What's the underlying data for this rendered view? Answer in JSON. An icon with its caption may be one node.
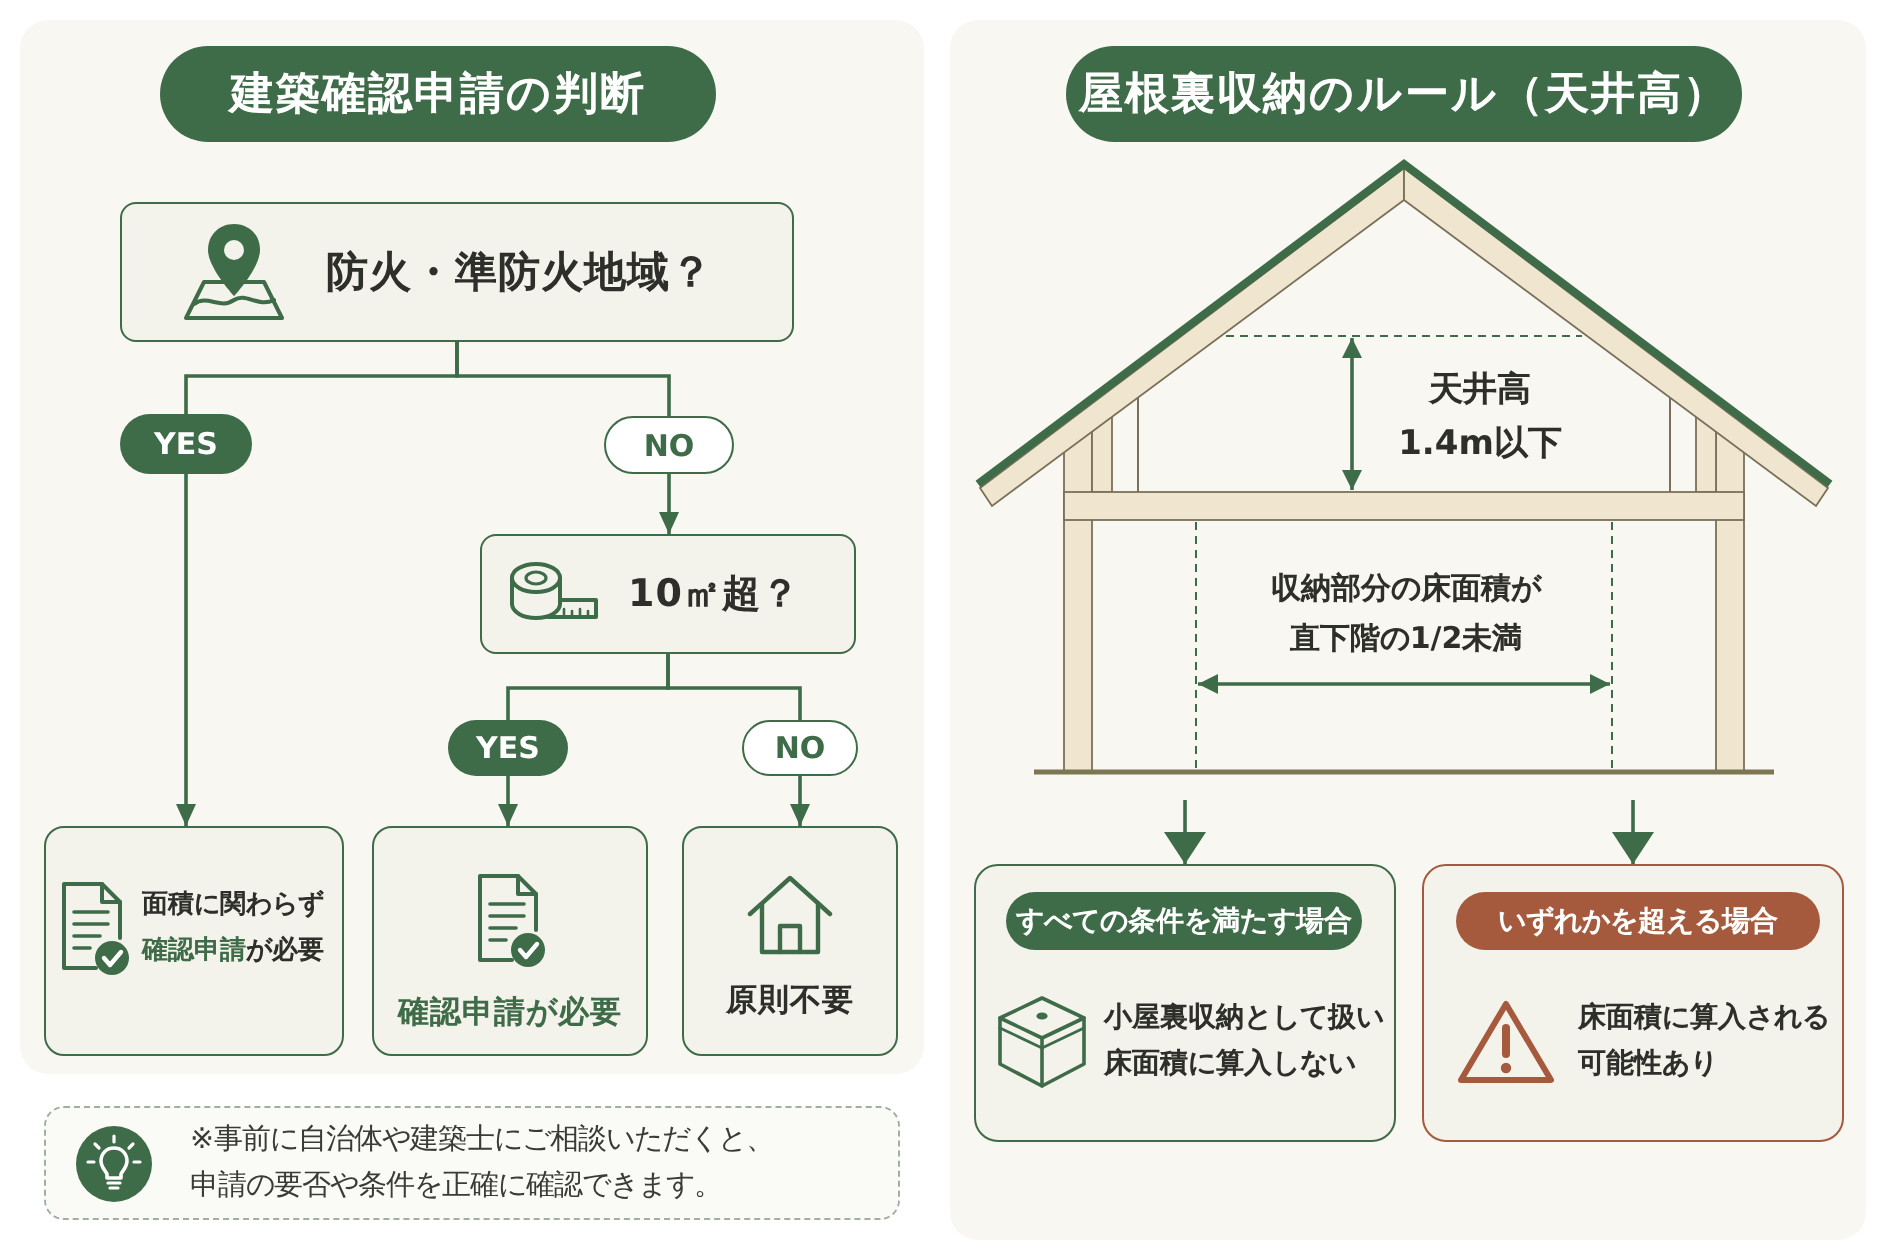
{
  "diagram": {
    "nodes": [
      {
        "text": [
          "建築確認申請の判断"
        ]
      },
      {
        "text": [
          "防火・準防火地域？"
        ],
        "in": 0
      },
      {
        "text": [
          "YES"
        ],
        "in": 0
      },
      {
        "text": [
          "NO"
        ],
        "in": 0
      },
      {
        "text": [
          "10㎡超？"
        ],
        "in": 0
      },
      {
        "text": [
          "YES"
        ],
        "in": 0
      },
      {
        "text": [
          "NO"
        ],
        "in": 0
      },
      {
        "text": [
          "面積に関わらず**確認申請**が必要"
        ],
        "in": 0
      },
      {
        "text": [
          "確認申請が必要"
        ],
        "in": 0
      },
      {
        "text": [
          "原則不要"
        ],
        "in": 0
      },
      {
        "text": [
          "※事前に自治体や建築士にご相談いただくと、申請の要否や条件を正確に確認できます。"
        ]
      },
      {
        "text": [
          "屋根裏収納のルール（天井高）"
        ]
      },
      {
        "text": [],
        "shape": "picture",
        "in": 11
      },
      {
        "text": [
          "すべての条件を満たす場合",
          "小屋裏収納として扱い床面積に算入しない"
        ],
        "in": 11
      },
      {
        "text": [
          "いずれかを超える場合",
          "床面積に算入される可能性あり"
        ],
        "in": 11
      }
    ],
    "edges": [
      {
        "from": 1,
        "to": 2,
        "arrow": "none"
      },
      {
        "from": 1,
        "to": 3,
        "arrow": "none"
      },
      {
        "from": 2,
        "to": 7,
        "arrow": "to"
      },
      {
        "from": 3,
        "to": 4,
        "arrow": "to"
      },
      {
        "from": 4,
        "to": 5,
        "arrow": "none"
      },
      {
        "from": 4,
        "to": 6,
        "arrow": "none"
      },
      {
        "from": 5,
        "to": 8,
        "arrow": "to"
      },
      {
        "from": 6,
        "to": 9,
        "arrow": "to"
      },
      {
        "from": 12,
        "to": 13,
        "arrow": "to"
      },
      {
        "from": 12,
        "to": 14,
        "arrow": "to"
      }
    ],
    "labels": [
      "天井高1.4m以下",
      "収納部分の床面積が直下階の1/2未満"
    ]
  }
}
